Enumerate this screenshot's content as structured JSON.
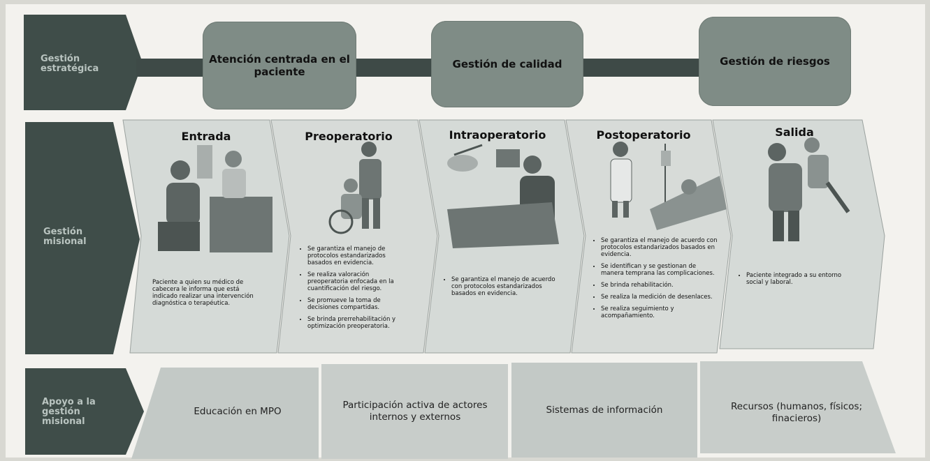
{
  "rows": {
    "strategic": "Gestión estratégica",
    "missional": "Gestión misional",
    "support": "Apoyo a la gestión misional"
  },
  "strategic_boxes": [
    "Atención centrada en el paciente",
    "Gestión de calidad",
    "Gestión de riesgos"
  ],
  "phases": [
    {
      "title": "Entrada",
      "illustration": "doctor-consultation-illustration",
      "desc": "Paciente a quien su médico de cabecera le informa que está indicado realizar una intervención diagnóstica o terapéutica.",
      "bullets": []
    },
    {
      "title": "Preoperatorio",
      "illustration": "nurse-wheelchair-illustration",
      "desc": "",
      "bullets": [
        "Se garantiza el manejo de protocolos estandarizados basados en evidencia.",
        "Se realiza valoración preoperatoria enfocada en la cuantificación del riesgo.",
        "Se promueve la toma de decisiones compartidas.",
        "Se brinda prerrehabilitación y optimización preoperatoria."
      ]
    },
    {
      "title": "Intraoperatorio",
      "illustration": "surgery-illustration",
      "desc": "",
      "bullets": [
        "Se garantiza el manejo de acuerdo con protocolos estandarizados basados en evidencia."
      ]
    },
    {
      "title": "Postoperatorio",
      "illustration": "hospital-bed-illustration",
      "desc": "",
      "bullets": [
        "Se garantiza el manejo de acuerdo con protocolos estandarizados basados en evidencia.",
        "Se identifican y se gestionan de manera temprana las complicaciones.",
        "Se brinda rehabilitación.",
        "Se realiza la medición de desenlaces.",
        "Se realiza seguimiento y acompañamiento."
      ]
    },
    {
      "title": "Salida",
      "illustration": "parent-child-illustration",
      "desc": "",
      "bullets": [
        "Paciente integrado a su entorno social y laboral."
      ]
    }
  ],
  "support_boxes": [
    "Educación en MPO",
    "Participación activa de actores internos y externos",
    "Sistemas de información",
    "Recursos (humanos, físicos; finacieros)"
  ],
  "colors": {
    "row_label_bg": "#3f4d49",
    "box": "#7f8c86",
    "connector": "#3e4a47",
    "phase_bg": "#d5dad7",
    "support_bg": "#c3c9c6"
  }
}
